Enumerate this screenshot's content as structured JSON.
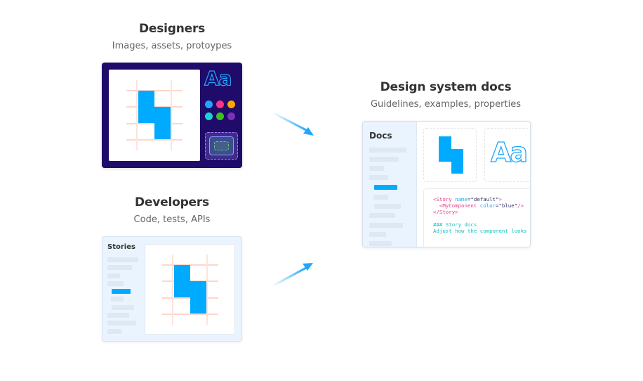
{
  "designers": {
    "title": "Designers",
    "subtitle": "Images, assets, protoypes",
    "font_sample": "Aa",
    "swatch_colors": [
      "#1ea7fd",
      "#ff4785",
      "#ffae00",
      "#1ad4d4",
      "#37d5d3",
      "#6f2da8"
    ],
    "swatch_colors_actual": [
      "#1ea7fd",
      "#fc3386",
      "#ffa500",
      "#17d3d3",
      "#3bc120",
      "#7d2fb8"
    ],
    "panel_color": "#1f0b6a",
    "accent_color": "#00aaff"
  },
  "developers": {
    "title": "Developers",
    "subtitle": "Code, tests, APIs",
    "sidebar_title": "Stories"
  },
  "docs": {
    "title": "Design system docs",
    "subtitle": "Guidelines, examples, properties",
    "sidebar_title": "Docs",
    "font_sample": "Aa",
    "code": {
      "line1_open": "<Story ",
      "line1_attr": "name",
      "line1_eq": "=",
      "line1_val": "\"default\"",
      "line1_close": ">",
      "line2_open": "  <MyComponent ",
      "line2_attr": "color",
      "line2_eq": "=",
      "line2_val": "\"blue\"",
      "line2_close": "/>",
      "line3": "</Story>",
      "line4": "### Story docs",
      "line5": "Adjust how the component looks"
    }
  },
  "arrows": {
    "color": "#1ea7fd",
    "from_designers": "Designers to docs",
    "from_developers": "Developers to docs"
  }
}
